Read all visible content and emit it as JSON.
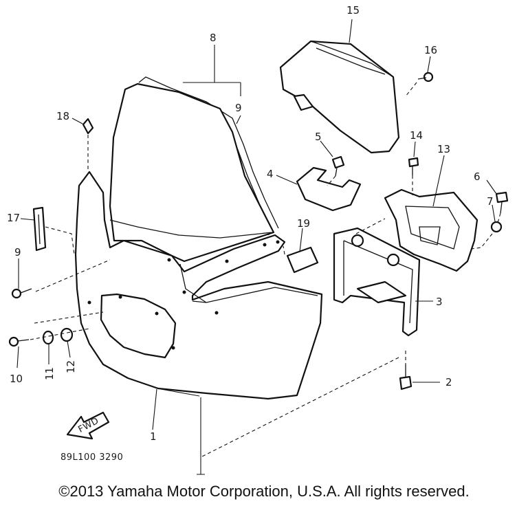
{
  "diagram": {
    "code": "89L100 3290",
    "fwd_label": "FWD",
    "callouts": {
      "c1": "1",
      "c2": "2",
      "c3": "3",
      "c4": "4",
      "c5": "5",
      "c6": "6",
      "c7": "7",
      "c8": "8",
      "c9a": "9",
      "c9b": "9",
      "c10": "10",
      "c11": "11",
      "c12": "12",
      "c13": "13",
      "c14": "14",
      "c15": "15",
      "c16": "16",
      "c17": "17",
      "c18": "18",
      "c19": "19"
    }
  },
  "footer": {
    "copyright": "©2013 Yamaha Motor Corporation, U.S.A. All rights reserved."
  }
}
